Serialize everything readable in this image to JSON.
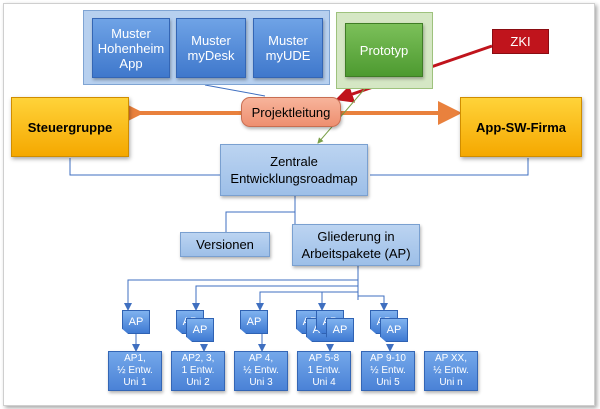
{
  "nodes": {
    "muster_hohenheim": "Muster\nHohenheim\nApp",
    "muster_mydesk": "Muster\nmyDesk",
    "muster_myude": "Muster\nmyUDE",
    "prototyp": "Prototyp",
    "zki": "ZKI",
    "projektleitung": "Projektleitung",
    "steuergruppe": "Steuergruppe",
    "app_sw_firma": "App-SW-Firma",
    "zentrale_roadmap": "Zentrale\nEntwicklungsroadmap",
    "versionen": "Versionen",
    "gliederung": "Gliederung in\nArbeitspakete (AP)"
  },
  "ap_doc_label": "AP",
  "work_packages": [
    {
      "label": "AP1,\n½ Entw.\nUni 1",
      "docs": 1
    },
    {
      "label": "AP2, 3,\n1 Entw.\nUni 2",
      "docs": 2
    },
    {
      "label": "AP 4,\n½ Entw.\nUni 3",
      "docs": 1
    },
    {
      "label": "AP 5-8\n1 Entw.\nUni 4",
      "docs": 4
    },
    {
      "label": "AP 9-10\n½ Entw.\nUni 5",
      "docs": 2
    },
    {
      "label": "AP XX,\n½ Entw.\nUni n",
      "docs": 0
    }
  ],
  "colors": {
    "panel_blue": "#b7d0ef",
    "muster_blue": "#4f86d6",
    "prototyp_green": "#5aa83a",
    "zki_red": "#c0141c",
    "orange": "#f5b400",
    "salmon": "#f2a083",
    "connector": "#3f6fc0",
    "arrow_orange": "#e9813d"
  }
}
